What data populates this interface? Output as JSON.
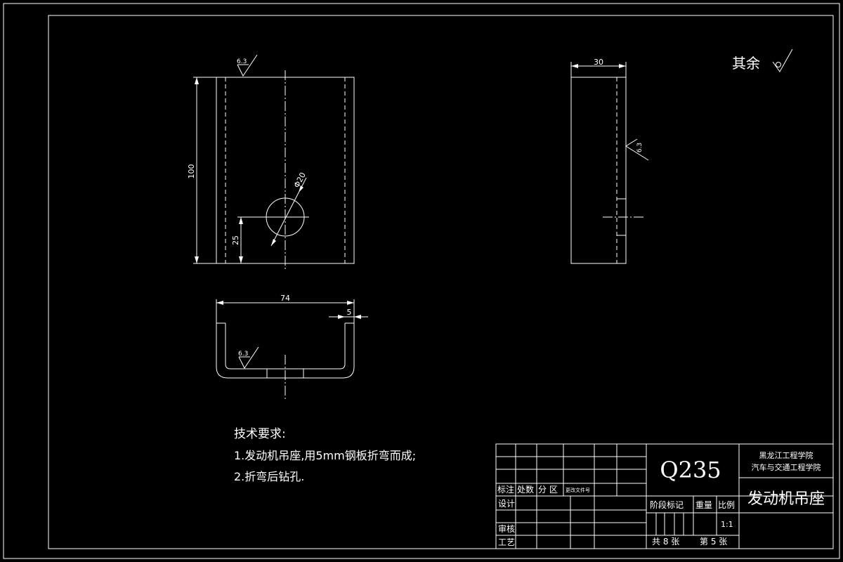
{
  "front_view": {
    "dim_height": "100",
    "dim_hole_offset": "25",
    "dim_hole_dia": "Φ20",
    "roughness": "6.3"
  },
  "side_view": {
    "dim_width": "30",
    "roughness": "6.3"
  },
  "bottom_view": {
    "dim_width": "74",
    "dim_thickness": "5",
    "roughness": "6.3"
  },
  "surface_rest": {
    "label": "其余"
  },
  "tech_requirements": {
    "heading": "技术要求:",
    "items": [
      "1.发动机吊座,用5mm钢板折弯而成;",
      "2.折弯后钻孔."
    ]
  },
  "title_block": {
    "material": "Q235",
    "school": "黑龙江工程学院",
    "department": "汽车与交通工程学院",
    "part_name": "发动机吊座",
    "stage_mark": "阶段标记",
    "weight": "重量",
    "scale_label": "比例",
    "scale_value": "1:1",
    "sheets_total": "共 8 张",
    "sheet_no": "第 5 张",
    "col_mark": "标注",
    "col_count": "处数",
    "col_zone": "分 区",
    "col_docno": "更改文件号",
    "row_design": "设计",
    "row_review": "审核",
    "row_process": "工艺"
  }
}
